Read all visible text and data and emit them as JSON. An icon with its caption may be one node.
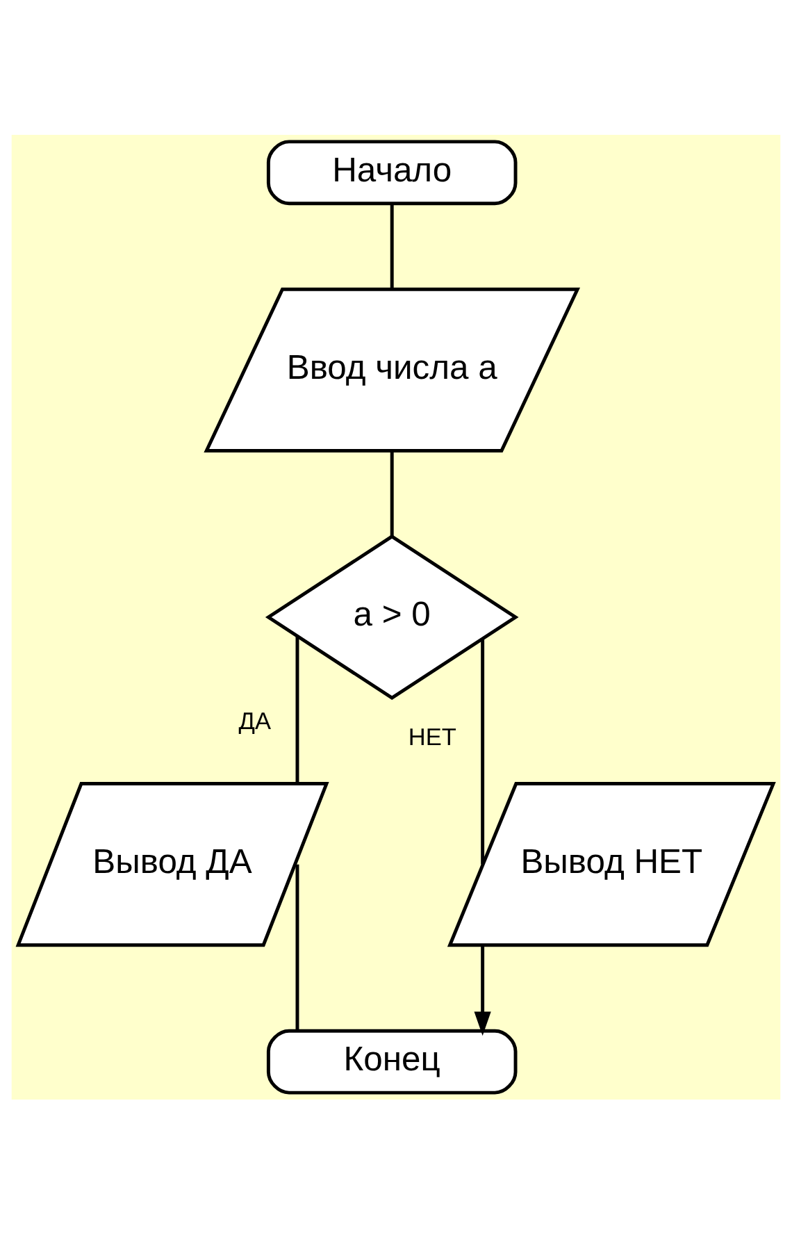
{
  "diagram": {
    "nodes": [
      {
        "text": [
          "Начало"
        ]
      },
      {
        "text": [
          "Ввод числа а"
        ]
      },
      {
        "text": [
          "а > 0"
        ]
      },
      {
        "text": [
          "Вывод ДА"
        ]
      },
      {
        "text": [
          "Вывод НЕТ"
        ]
      },
      {
        "text": [
          "Конец"
        ]
      }
    ],
    "edges": [
      {
        "from": 0,
        "to": 1,
        "arrow": "none"
      },
      {
        "from": 1,
        "to": 2,
        "arrow": "none"
      },
      {
        "from": 2,
        "to": 3,
        "arrow": "none",
        "label": "ДА"
      },
      {
        "from": 2,
        "to": 4,
        "arrow": "none",
        "label": "НЕТ"
      },
      {
        "from": 3,
        "to": 5,
        "arrow": "none"
      },
      {
        "from": 4,
        "to": 5,
        "arrow": "to"
      }
    ]
  }
}
